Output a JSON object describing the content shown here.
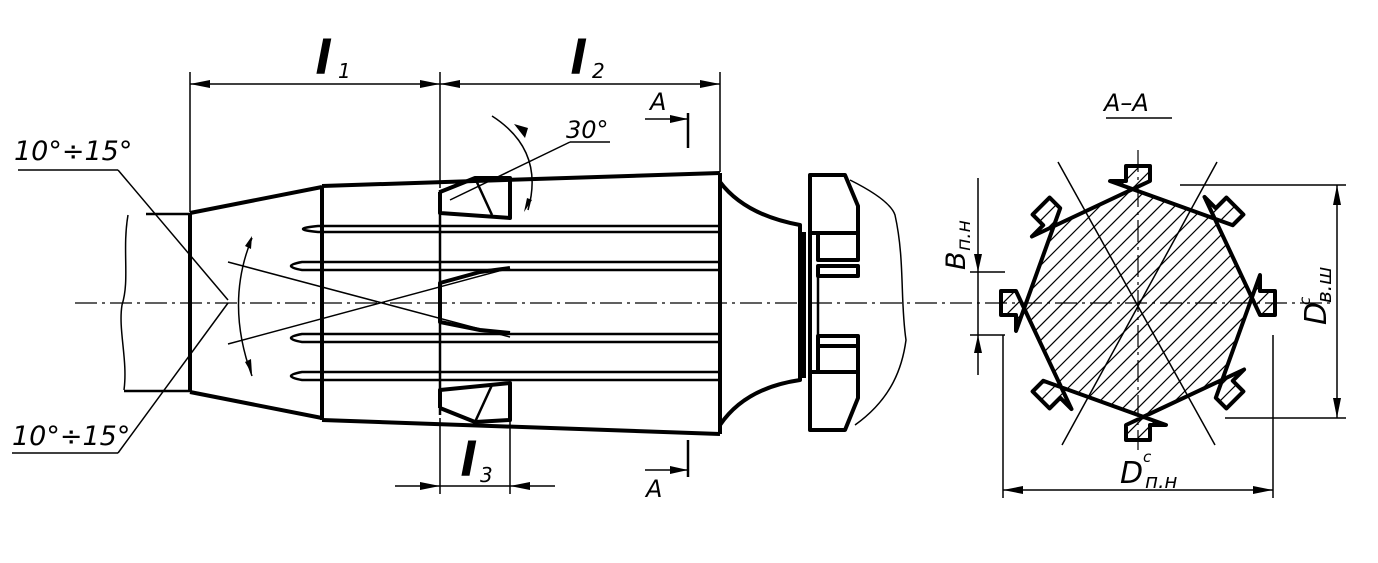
{
  "labels": {
    "l1_main": "l",
    "l1_sub": "1",
    "l2_main": "l",
    "l2_sub": "2",
    "l3_main": "l",
    "l3_sub": "3",
    "angle_30": "30°",
    "angle_top": "10°÷15°",
    "angle_bottom": "10°÷15°",
    "section_mark_top": "A",
    "section_mark_bottom": "A",
    "section_title": "A–A",
    "b_main": "B",
    "b_sub": "п.н",
    "dvsh_main": "D",
    "dvsh_sup": "c",
    "dvsh_sub": "в.ш",
    "dpn_main": "D",
    "dpn_sup": "c",
    "dpn_sub": "п.н"
  }
}
